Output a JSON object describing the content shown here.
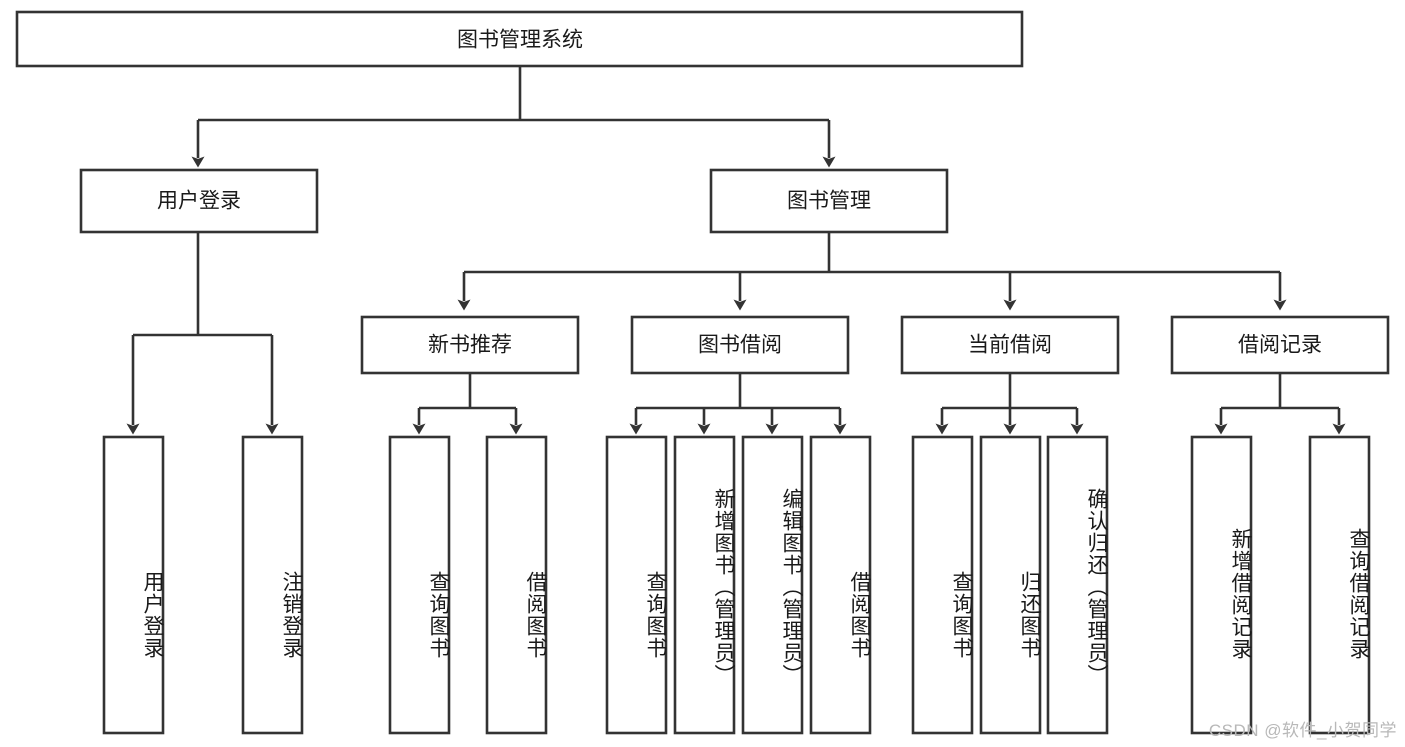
{
  "diagram": {
    "title": "图书管理系统",
    "type": "tree-hierarchy-chart",
    "root": {
      "id": "root",
      "label": "图书管理系统"
    },
    "level2": [
      {
        "id": "user-login",
        "label": "用户登录"
      },
      {
        "id": "book-manage",
        "label": "图书管理"
      }
    ],
    "level3": [
      {
        "id": "new-book-recommend",
        "label": "新书推荐"
      },
      {
        "id": "book-borrow",
        "label": "图书借阅"
      },
      {
        "id": "current-borrow",
        "label": "当前借阅"
      },
      {
        "id": "borrow-record",
        "label": "借阅记录"
      }
    ],
    "leaves": [
      {
        "id": "leaf-user-login",
        "label": "用户登录",
        "parent": "user-login"
      },
      {
        "id": "leaf-logout",
        "label": "注销登录",
        "parent": "user-login"
      },
      {
        "id": "leaf-query-book-1",
        "label": "查询图书",
        "parent": "new-book-recommend"
      },
      {
        "id": "leaf-borrow-book-1",
        "label": "借阅图书",
        "parent": "new-book-recommend"
      },
      {
        "id": "leaf-query-book-2",
        "label": "查询图书",
        "parent": "book-borrow"
      },
      {
        "id": "leaf-add-book",
        "label": "新增图书（管理员）",
        "parent": "book-borrow"
      },
      {
        "id": "leaf-edit-book",
        "label": "编辑图书（管理员）",
        "parent": "book-borrow"
      },
      {
        "id": "leaf-borrow-book-2",
        "label": "借阅图书",
        "parent": "book-borrow"
      },
      {
        "id": "leaf-query-book-3",
        "label": "查询图书",
        "parent": "current-borrow"
      },
      {
        "id": "leaf-return-book",
        "label": "归还图书",
        "parent": "current-borrow"
      },
      {
        "id": "leaf-confirm-return",
        "label": "确认归还（管理员）",
        "parent": "current-borrow"
      },
      {
        "id": "leaf-add-record",
        "label": "新增借阅记录",
        "parent": "borrow-record"
      },
      {
        "id": "leaf-query-record",
        "label": "查询借阅记录",
        "parent": "borrow-record"
      }
    ],
    "colors": {
      "stroke": "#333333",
      "box_fill": "#ffffff",
      "text": "#1a1a1a",
      "background": "#ffffff",
      "watermark": "#b8b8b8"
    }
  },
  "watermark": {
    "text": "CSDN @软件_小贺同学"
  }
}
